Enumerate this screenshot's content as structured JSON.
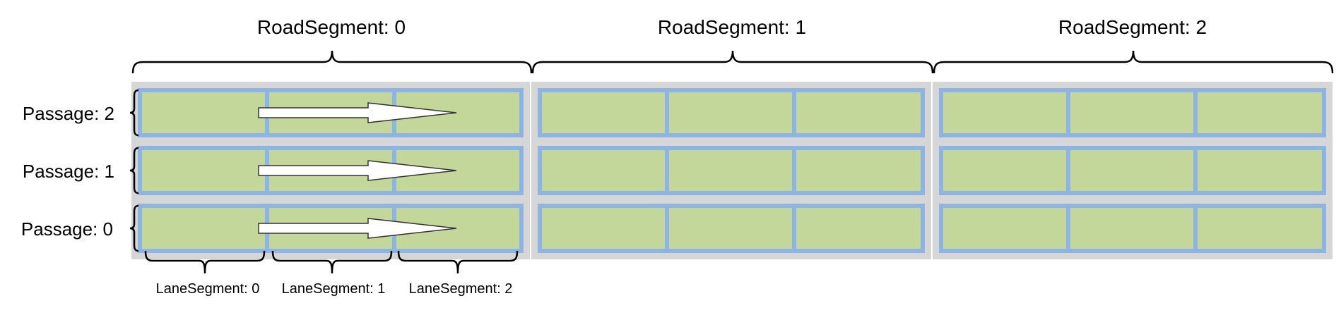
{
  "road_segments": [
    {
      "label": "RoadSegment: 0"
    },
    {
      "label": "RoadSegment: 1"
    },
    {
      "label": "RoadSegment: 2"
    }
  ],
  "passages": [
    {
      "label": "Passage: 2"
    },
    {
      "label": "Passage: 1"
    },
    {
      "label": "Passage: 0"
    }
  ],
  "lane_segments": [
    {
      "label": "LaneSegment: 0"
    },
    {
      "label": "LaneSegment: 1"
    },
    {
      "label": "LaneSegment: 2"
    }
  ],
  "colors": {
    "road_background": "#d6d6d6",
    "lane_border": "#8eb4e3",
    "lane_fill": "#c4d79b",
    "arrow_fill": "#ffffff",
    "arrow_stroke": "#333333",
    "brace": "#000000"
  },
  "icons": {
    "direction": "right-arrow-icon",
    "grouping": "curly-brace-icon"
  }
}
